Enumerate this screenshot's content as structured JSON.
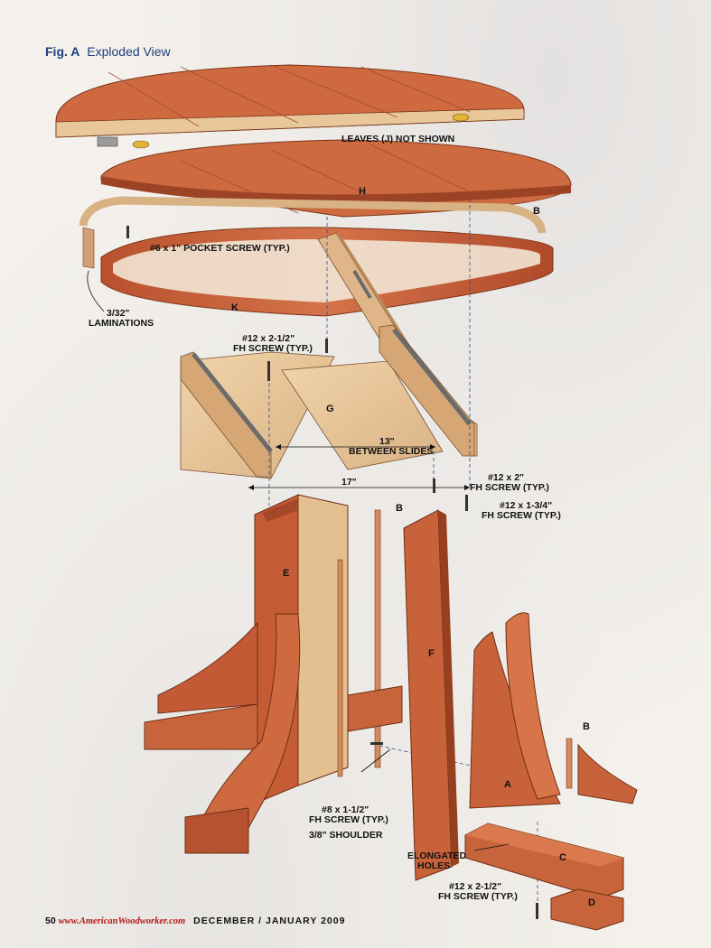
{
  "figure": {
    "number": "Fig. A",
    "title": "Exploded View"
  },
  "labels": {
    "leaves_note": "LEAVES (J) NOT SHOWN",
    "pocket_screw": "#6 x 1\" POCKET SCREW (TYP.)",
    "laminations_1": "3/32\"",
    "laminations_2": "LAMINATIONS",
    "fh_screw_212_top_1": "#12 x 2-1/2\"",
    "fh_screw_212_top_2": "FH SCREW (TYP.)",
    "between_slides_dim": "13\"",
    "between_slides": "BETWEEN SLIDES",
    "width_dim": "17\"",
    "fh_screw_2_1": "#12 x 2\"",
    "fh_screw_2_2": "FH SCREW (TYP.)",
    "fh_screw_134_1": "#12 x 1-3/4\"",
    "fh_screw_134_2": "FH SCREW (TYP.)",
    "fh_screw_8_1": "#8 x 1-1/2\"",
    "fh_screw_8_2": "FH SCREW (TYP.)",
    "shoulder": "3/8\" SHOULDER",
    "elongated_1": "ELONGATED",
    "elongated_2": "HOLES",
    "fh_screw_212_bot_1": "#12 x 2-1/2\"",
    "fh_screw_212_bot_2": "FH SCREW (TYP.)"
  },
  "parts": {
    "H": "H",
    "B_top": "B",
    "K": "K",
    "G": "G",
    "E": "E",
    "B_dowel": "B",
    "F": "F",
    "B_small": "B",
    "A": "A",
    "C": "C",
    "D": "D"
  },
  "footer": {
    "page": "50",
    "url": "www.AmericanWoodworker.com",
    "issue": "DECEMBER / JANUARY 2009"
  },
  "colors": {
    "wood": "#c8603a",
    "wood_dark": "#9c4326",
    "wood_light": "#e3b188",
    "pale_wood": "#e9c99c",
    "title_blue": "#1d3f7a"
  }
}
